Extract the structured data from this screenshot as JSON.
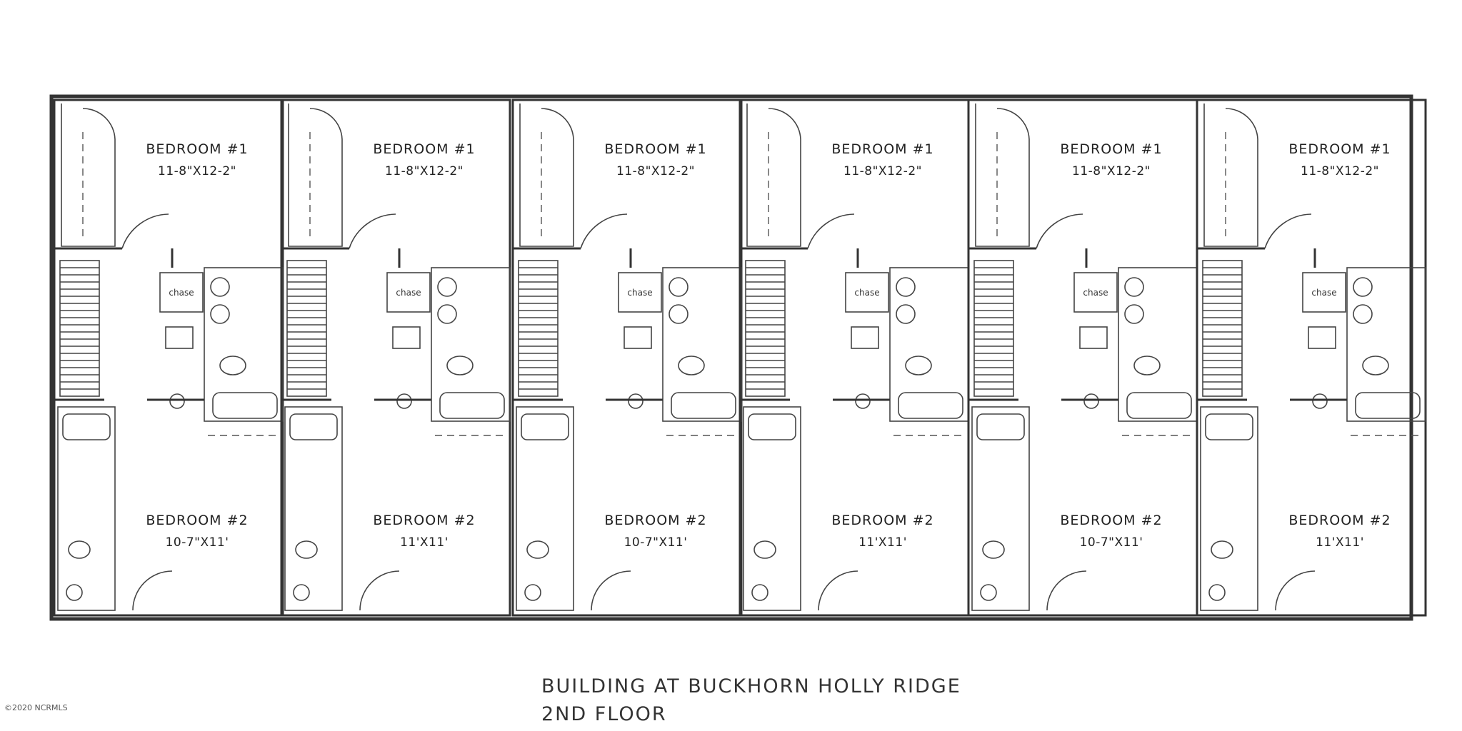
{
  "units": [
    {
      "bedroom1": {
        "name": "BEDROOM #1",
        "dims": "11-8\"X12-2\""
      },
      "chase": "chase",
      "bedroom2": {
        "name": "BEDROOM #2",
        "dims": "10-7\"X11'"
      }
    },
    {
      "bedroom1": {
        "name": "BEDROOM #1",
        "dims": "11-8\"X12-2\""
      },
      "chase": "chase",
      "bedroom2": {
        "name": "BEDROOM #2",
        "dims": "11'X11'"
      }
    },
    {
      "bedroom1": {
        "name": "BEDROOM #1",
        "dims": "11-8\"X12-2\""
      },
      "chase": "chase",
      "bedroom2": {
        "name": "BEDROOM #2",
        "dims": "10-7\"X11'"
      }
    },
    {
      "bedroom1": {
        "name": "BEDROOM #1",
        "dims": "11-8\"X12-2\""
      },
      "chase": "chase",
      "bedroom2": {
        "name": "BEDROOM #2",
        "dims": "11'X11'"
      }
    },
    {
      "bedroom1": {
        "name": "BEDROOM #1",
        "dims": "11-8\"X12-2\""
      },
      "chase": "chase",
      "bedroom2": {
        "name": "BEDROOM #2",
        "dims": "10-7\"X11'"
      }
    },
    {
      "bedroom1": {
        "name": "BEDROOM #1",
        "dims": "11-8\"X12-2\""
      },
      "chase": "chase",
      "bedroom2": {
        "name": "BEDROOM #2",
        "dims": "11'X11'"
      }
    }
  ],
  "caption": {
    "line1": "BUILDING AT BUCKHORN HOLLY RIDGE",
    "line2": "2ND FLOOR"
  },
  "watermark": "©2020 NCRMLS"
}
